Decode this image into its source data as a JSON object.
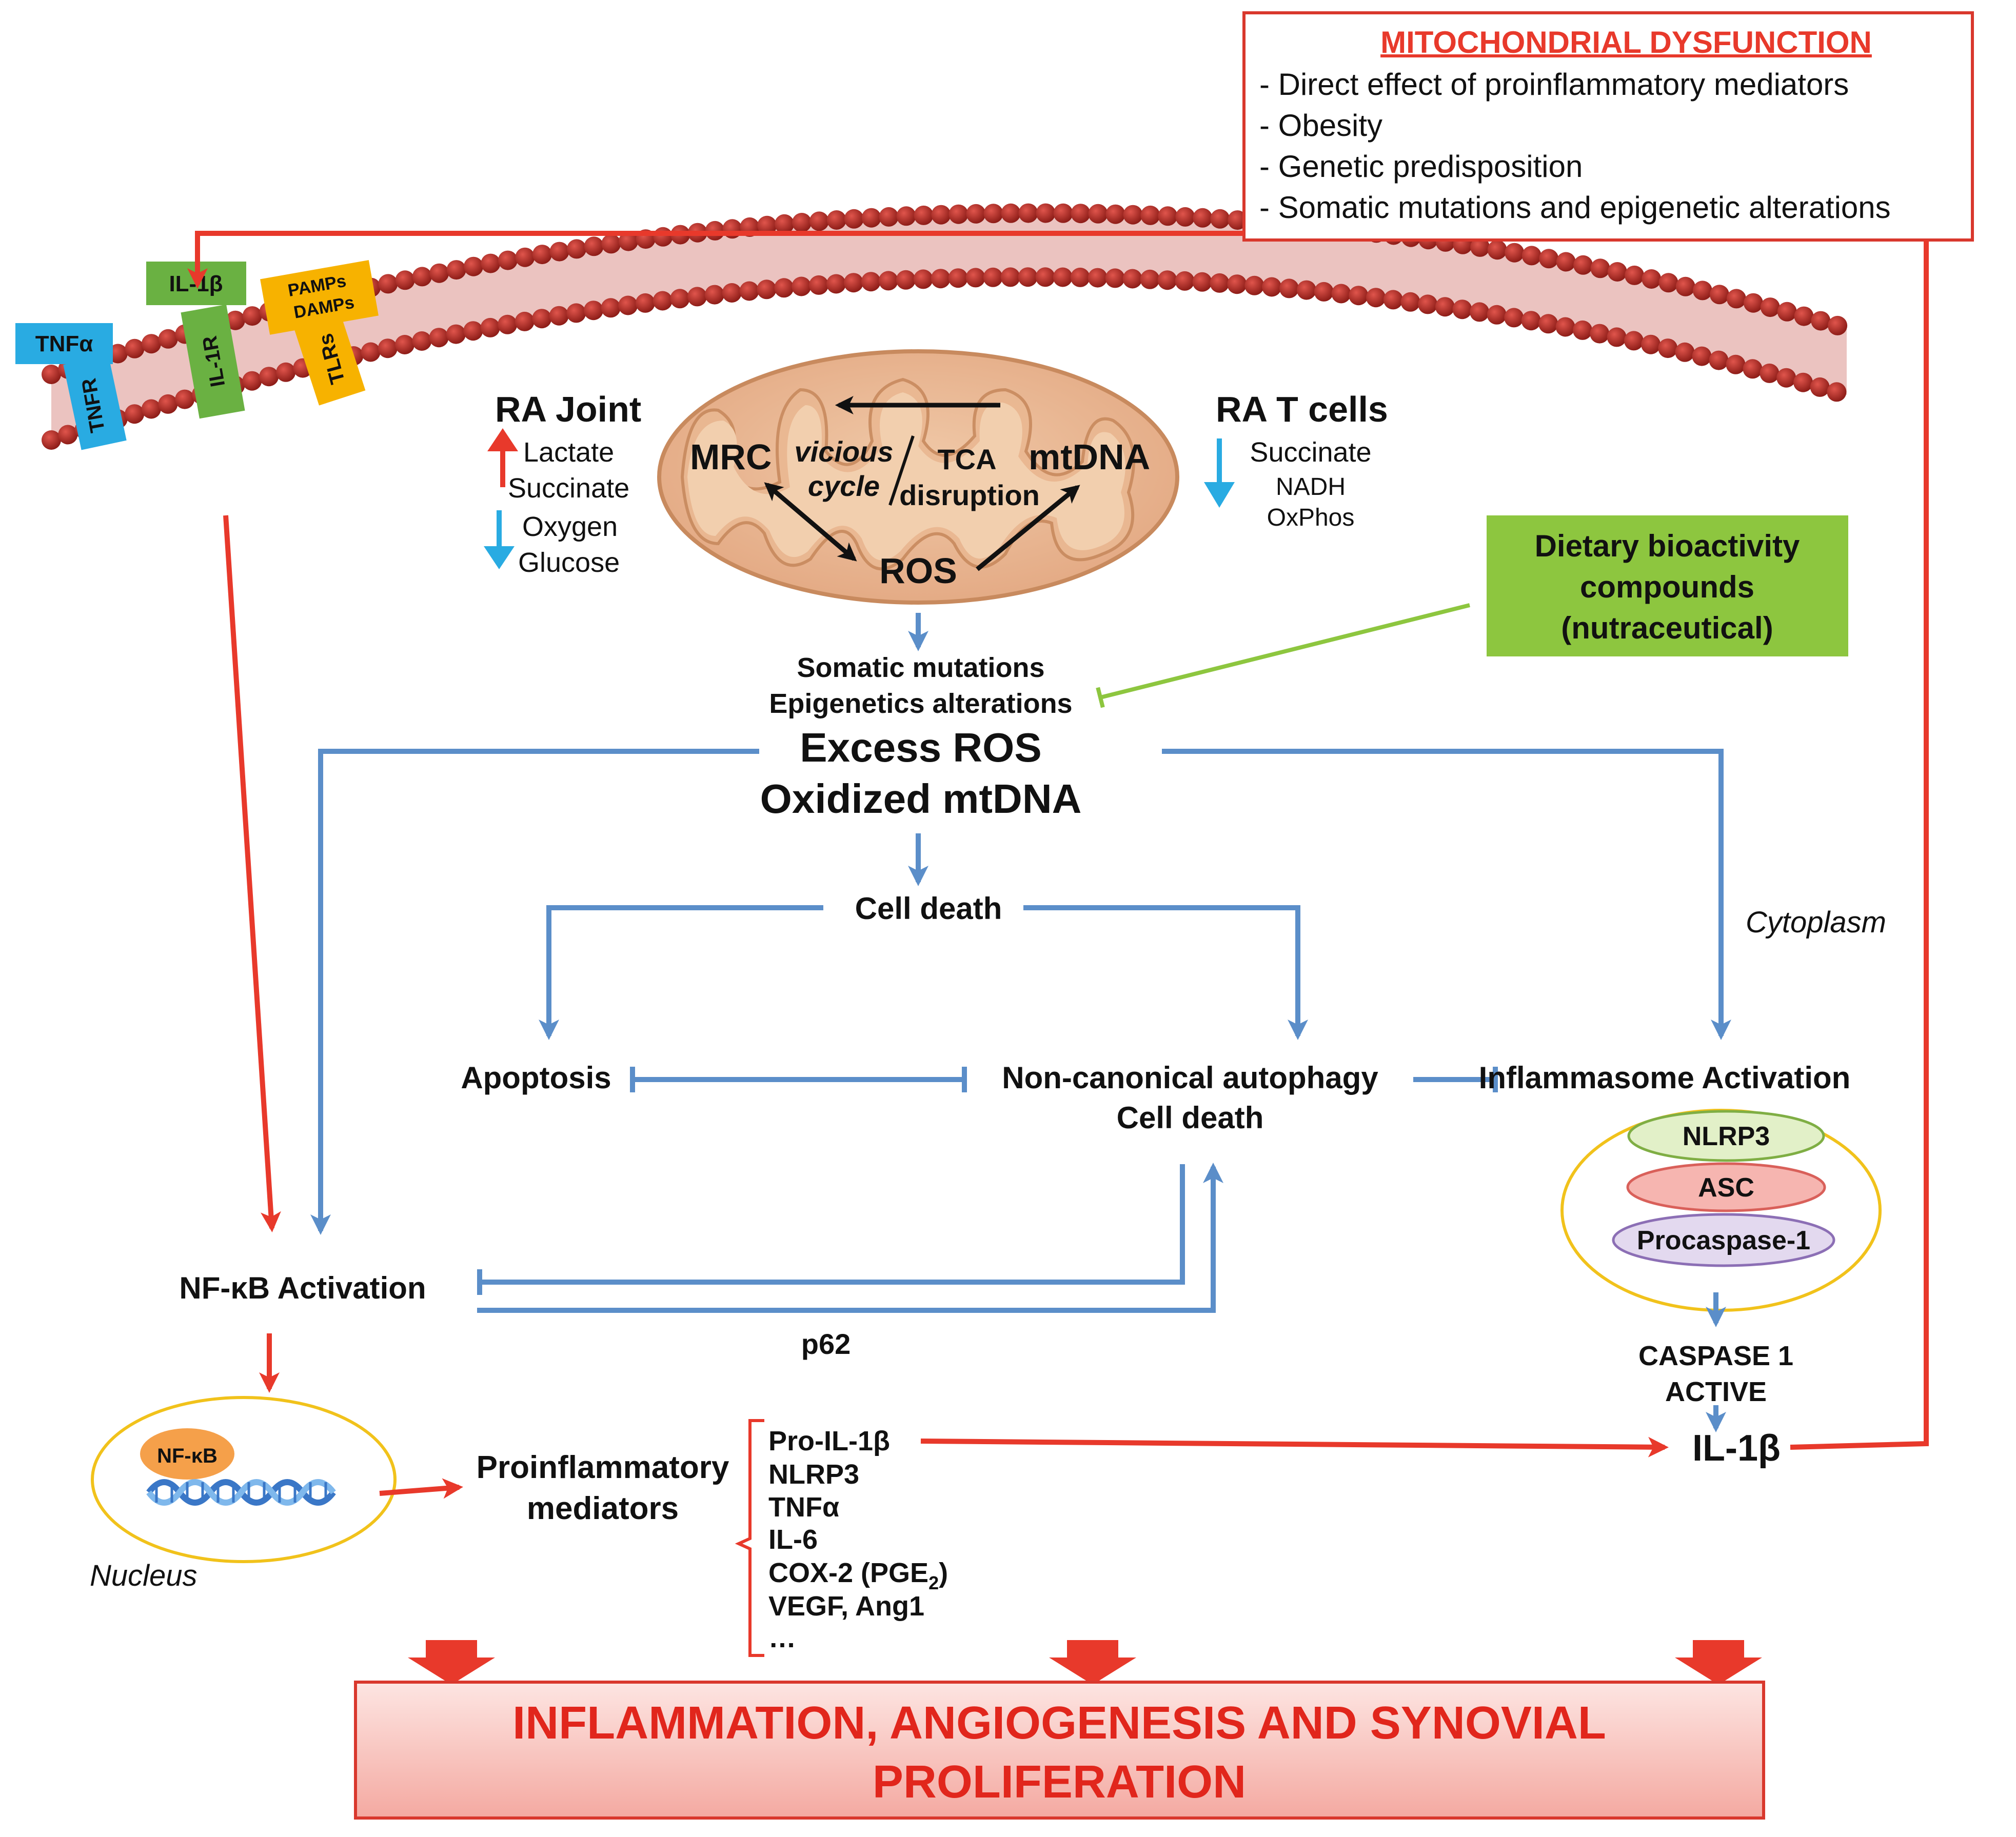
{
  "colors": {
    "red": "#e8392b",
    "blue": "#5b8ec9",
    "cyan": "#29abe2",
    "membrane": "#b5332c",
    "green_box": "#8dc63f",
    "green_line": "#8dc63f",
    "yellow_ring": "#f1c21b",
    "final_text": "#e1261c"
  },
  "mito_box": {
    "title": "MITOCHONDRIAL DYSFUNCTION",
    "items": [
      "- Direct effect of proinflammatory mediators",
      "- Obesity",
      "- Genetic predisposition",
      "- Somatic mutations and epigenetic alterations"
    ]
  },
  "receptors": {
    "tnfa": "TNFα",
    "tnfr": "TNFR",
    "il1b": "IL-1β",
    "il1r": "IL-1R",
    "pamps": "PAMPs",
    "damps": "DAMPs",
    "tlrs": "TLRs"
  },
  "ra_joint": {
    "title": "RA Joint",
    "up": [
      "Lactate",
      "Succinate"
    ],
    "down": [
      "Oxygen",
      "Glucose"
    ]
  },
  "ra_tcells": {
    "title": "RA T cells",
    "items": [
      "Succinate",
      "NADH",
      "OxPhos"
    ]
  },
  "mitochondrion": {
    "mrc": "MRC",
    "vicious": "vicious",
    "cycle": "cycle",
    "tca": "TCA",
    "disruption": "disruption",
    "mtdna": "mtDNA",
    "ros": "ROS"
  },
  "dietary": {
    "line1": "Dietary bioactivity",
    "line2": "compounds",
    "line3": "(nutraceutical)"
  },
  "somatic": {
    "line1": "Somatic mutations",
    "line2": "Epigenetics alterations"
  },
  "excess": {
    "line1": "Excess ROS",
    "line2": "Oxidized mtDNA"
  },
  "cell_death": "Cell death",
  "cytoplasm": "Cytoplasm",
  "apoptosis": "Apoptosis",
  "noncanonical": {
    "line1": "Non-canonical autophagy",
    "line2": "Cell death"
  },
  "inflammasome": {
    "title": "Inflammasome Activation",
    "nlrp3": "NLRP3",
    "asc": "ASC",
    "procaspase": "Procaspase-1"
  },
  "nfkb_activation": "NF-κB Activation",
  "p62": "p62",
  "caspase": {
    "line1": "CASPASE 1",
    "line2": "ACTIVE"
  },
  "il1b_out": "IL-1β",
  "nucleus": {
    "label": "Nucleus",
    "nfkb": "NF-κB"
  },
  "proinflammatory": {
    "line1": "Proinflammatory",
    "line2": "mediators"
  },
  "mediators_list": [
    "Pro-IL-1β",
    "NLRP3",
    "TNFα",
    "IL-6",
    "COX-2 (PGE",
    "VEGF, Ang1",
    "…"
  ],
  "cox_sub": "2",
  "cox_close": ")",
  "final": {
    "line1": "INFLAMMATION, ANGIOGENESIS AND SYNOVIAL",
    "line2": "PROLIFERATION"
  }
}
